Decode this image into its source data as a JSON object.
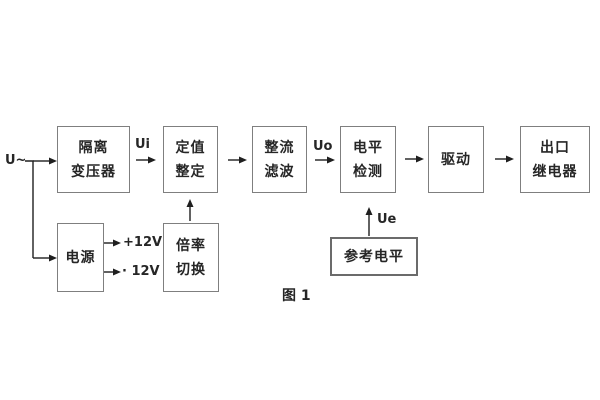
{
  "figure": {
    "caption": "图 1",
    "colors": {
      "background": "#ffffff",
      "box_border": "#7f7f7f",
      "wire": "#1f1f1f",
      "text": "#262626"
    }
  },
  "labels": {
    "input": "U~",
    "ui": "Ui",
    "uo": "Uo",
    "ue": "Ue",
    "plus12v": "+12V",
    "minus12v": "· 12V"
  },
  "blocks": {
    "isolation_transformer": {
      "line1": "隔离",
      "line2": "变压器"
    },
    "setpoint_setting": {
      "line1": "定值",
      "line2": "整定"
    },
    "rectifier_filter": {
      "line1": "整流",
      "line2": "滤波"
    },
    "level_detection": {
      "line1": "电平",
      "line2": "检测"
    },
    "driver": {
      "line1": "驱动"
    },
    "output_relay": {
      "line1": "出口",
      "line2": "继电器"
    },
    "power_supply": {
      "line1": "电源"
    },
    "ratio_switch": {
      "line1": "倍率",
      "line2": "切换"
    },
    "reference_level": {
      "line1": "参考电平"
    }
  }
}
